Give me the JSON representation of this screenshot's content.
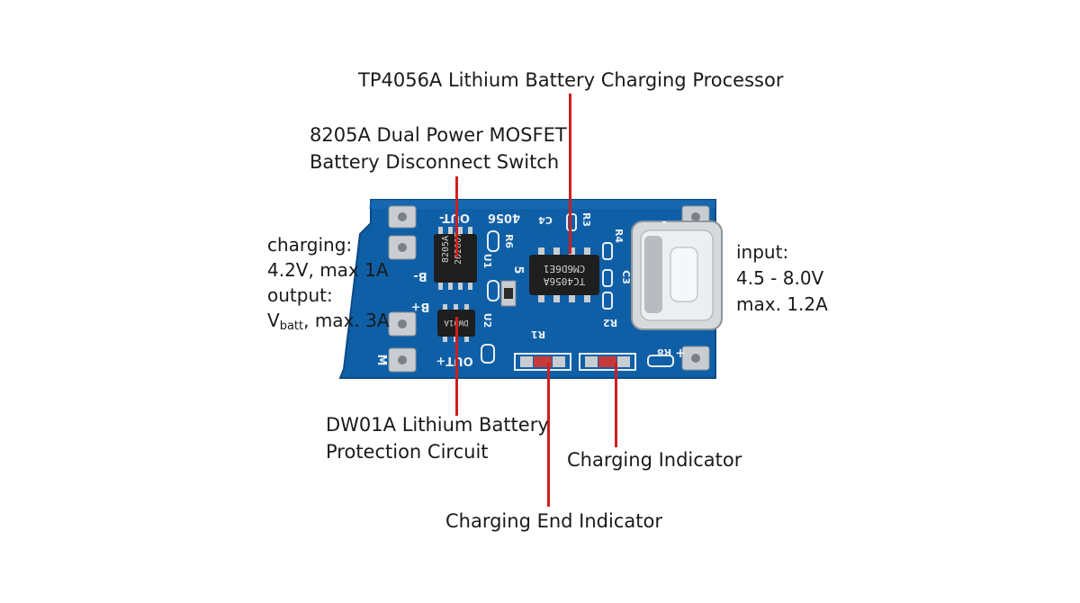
{
  "labels": {
    "tp4056": "TP4056A Lithium Battery Charging Processor",
    "mosfet_line1": "8205A Dual Power MOSFET",
    "mosfet_line2": "Battery Disconnect Switch",
    "charging_title": "charging:",
    "charging_spec": "4.2V, max 1A",
    "output_title": "output:",
    "output_v": "V",
    "output_sub": "batt",
    "output_spec": ", max. 3A",
    "input_title": "input:",
    "input_range": "4.5 - 8.0V",
    "input_max": "max. 1.2A",
    "dw01_line1": "DW01A Lithium Battery",
    "dw01_line2": "Protection Circuit",
    "charging_indicator": "Charging Indicator",
    "charging_end_indicator": "Charging End Indicator"
  },
  "board": {
    "silkscreen": {
      "out_minus": "OUT-",
      "model": "4056",
      "c4": "C4",
      "r3": "R3",
      "r6": "R6",
      "b_minus": "B-",
      "b_plus": "B+",
      "out_plus": "OUT+",
      "u1": "U1",
      "u2": "U2",
      "r4": "R4",
      "c3": "C3",
      "r1": "R1",
      "r2": "R2",
      "r8": "R8",
      "c5": "5",
      "plus": "+",
      "minus": "-",
      "m": "M"
    },
    "chips": {
      "mosfet": [
        "8205A",
        "202007"
      ],
      "charger": [
        "TC4056A",
        "CM6D6E1"
      ],
      "protector": "DW01A"
    }
  },
  "colors": {
    "pcb": "#0f5fa6",
    "leader": "#cc1f1f",
    "pad": "#c9cdd2",
    "chip": "#1e1e1e",
    "led": "#c63a3a"
  }
}
